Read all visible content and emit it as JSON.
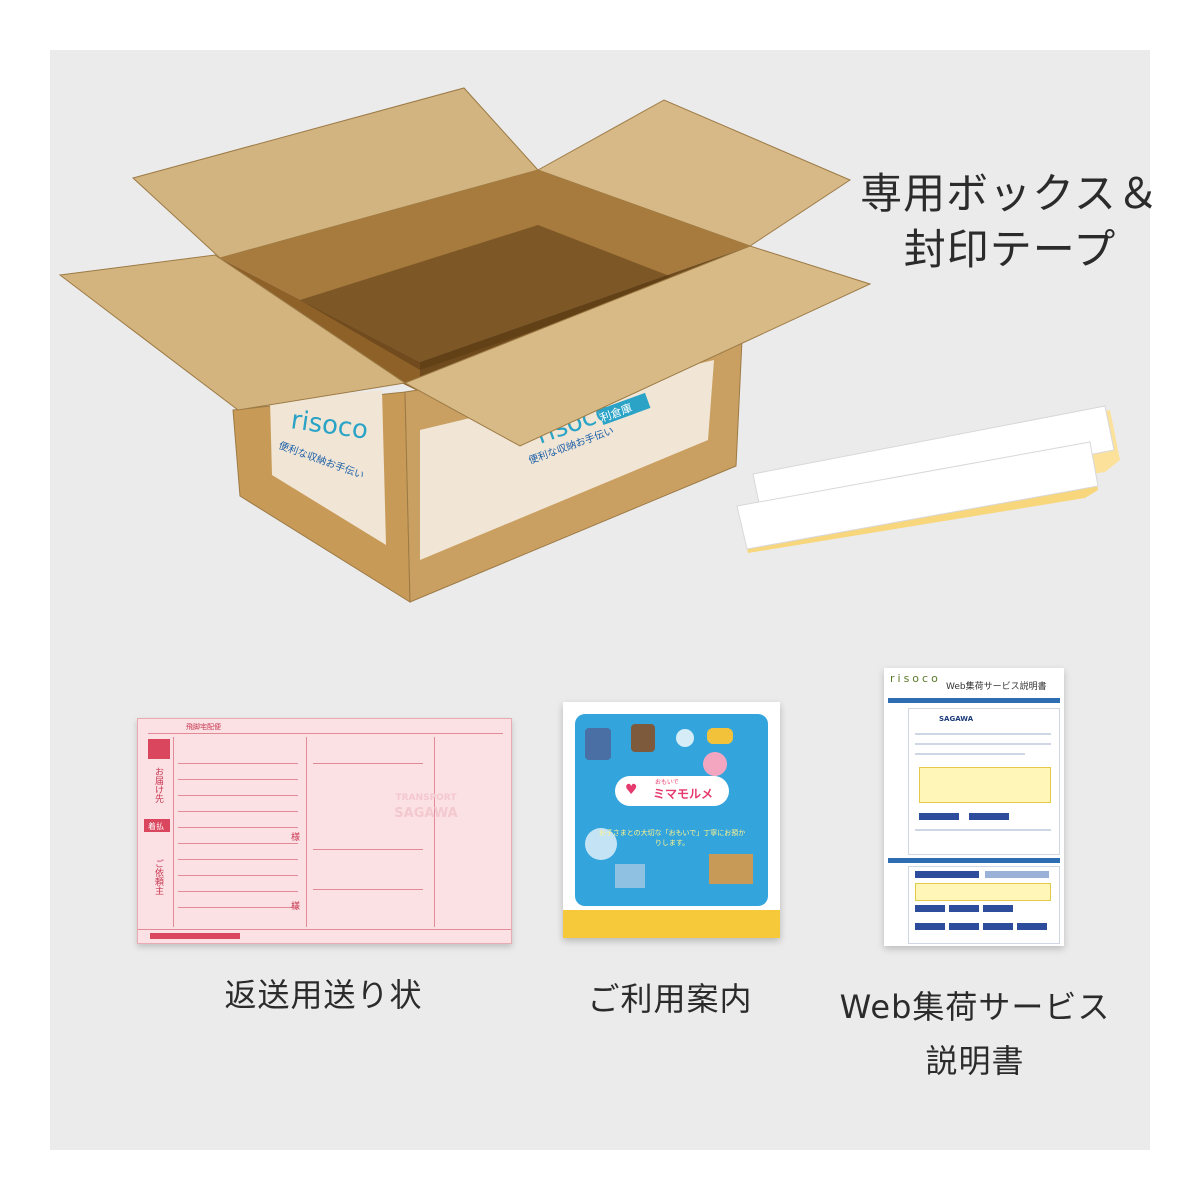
{
  "heading": {
    "line1": "専用ボックス＆",
    "line2": "封印テープ"
  },
  "box": {
    "brand": "risoco",
    "tagline": "便利な収納お手伝い",
    "badge": "利倉庫"
  },
  "waybill": {
    "header": "飛脚宅配便",
    "labels": [
      "お届け先",
      "ご依頼主",
      "着払",
      "様",
      "様"
    ],
    "brand_line1": "TRANSPORT",
    "brand_line2": "SAGAWA"
  },
  "guide": {
    "logo_small": "おもいで",
    "logo": "ミマモルメ",
    "message": "お子さまとの大切な「おもいで」丁寧にお預かりします。"
  },
  "webdoc": {
    "logo": "risoco",
    "title": "Web集荷サービス説明書",
    "brand": "SAGAWA"
  },
  "captions": {
    "waybill": "返送用送り状",
    "guide": "ご利用案内",
    "webdoc_line1": "Web集荷サービス",
    "webdoc_line2": "説明書"
  }
}
